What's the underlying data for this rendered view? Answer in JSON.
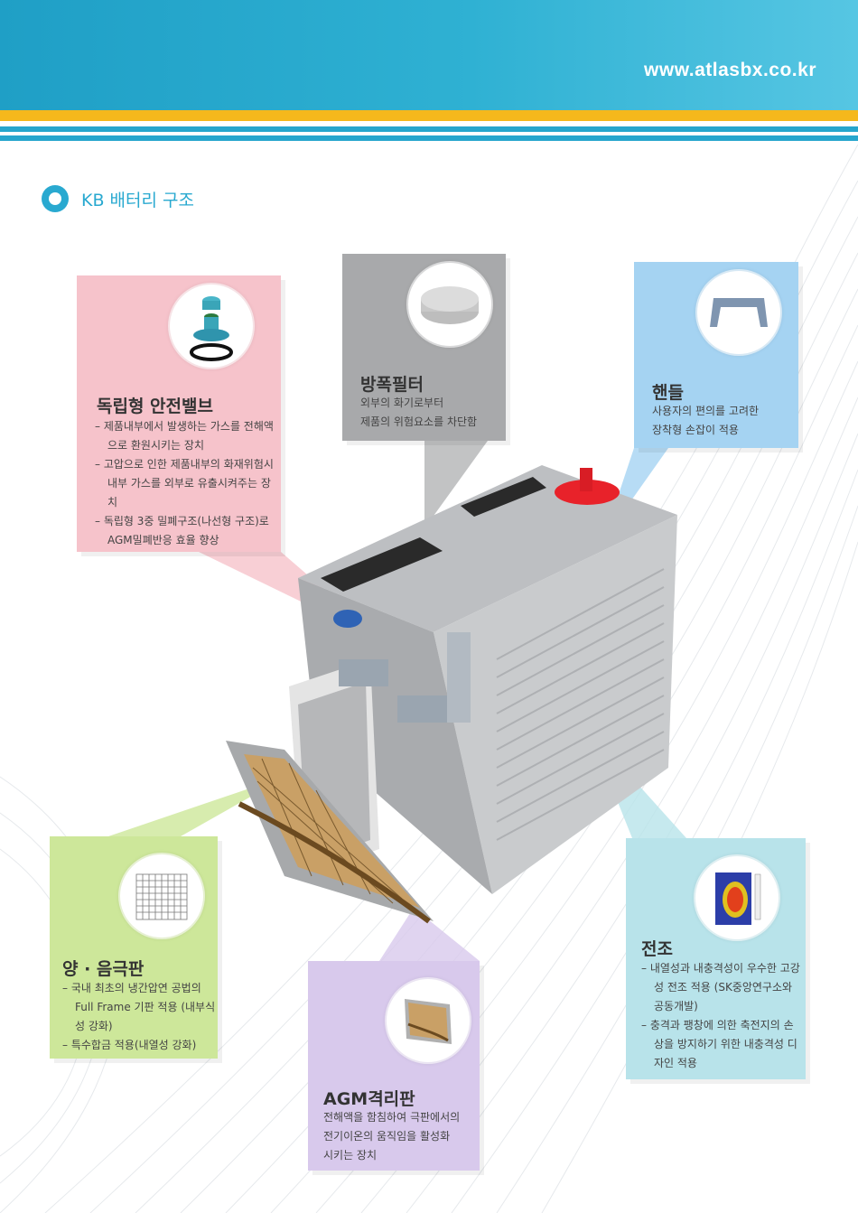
{
  "header": {
    "url": "www.atlasbx.co.kr"
  },
  "section": {
    "title": "KB 배터리 구조"
  },
  "callouts": {
    "valve": {
      "icon": "safety-valve-icon",
      "title": "독립형 안전밸브",
      "items": [
        "제품내부에서 발생하는 가스를 전해액으로 환원시키는 장치",
        "고압으로 인한 제품내부의 화재위험시 내부 가스를 외부로 유출시켜주는 장치",
        "독립형 3중 밀폐구조(나선형 구조)로 AGM밀폐반응 효율 향상"
      ]
    },
    "filter": {
      "icon": "filter-disc-icon",
      "title": "방폭필터",
      "lines": [
        "외부의 화기로부터",
        "제품의 위험요소를 차단함"
      ]
    },
    "handle": {
      "icon": "handle-icon",
      "title": "핸들",
      "lines": [
        "사용자의 편의를 고려한",
        "장착형 손잡이 적용"
      ]
    },
    "plate": {
      "icon": "grid-plate-icon",
      "title": "양 · 음극판",
      "items": [
        "국내 최초의 냉간압연 공법의 Full Frame 기판 적용 (내부식성 강화)",
        "특수합금 적용(내열성 강화)"
      ]
    },
    "agm": {
      "icon": "agm-separator-icon",
      "title": "AGM격리판",
      "lines": [
        "전해액을 함침하여 극판에서의",
        "전기이온의 움직임을 활성화",
        "시키는 장치"
      ]
    },
    "case": {
      "icon": "case-analysis-icon",
      "title": "전조",
      "items": [
        "내열성과 내충격성이 우수한 고강성 전조 적용 (SK중앙연구소와 공동개발)",
        "충격과 팽창에 의한 축전지의 손상을 방지하기 위한 내충격성 디자인 적용"
      ]
    }
  },
  "colors": {
    "accent": "#29a9d0",
    "stripe_yellow": "#f5b81c",
    "valve_bg": "#f6c3cb",
    "filter_bg": "#a8a9ab",
    "handle_bg": "#a5d3f2",
    "plate_bg": "#cde79a",
    "agm_bg": "#d8c9ec",
    "case_bg": "#b8e3ea"
  }
}
